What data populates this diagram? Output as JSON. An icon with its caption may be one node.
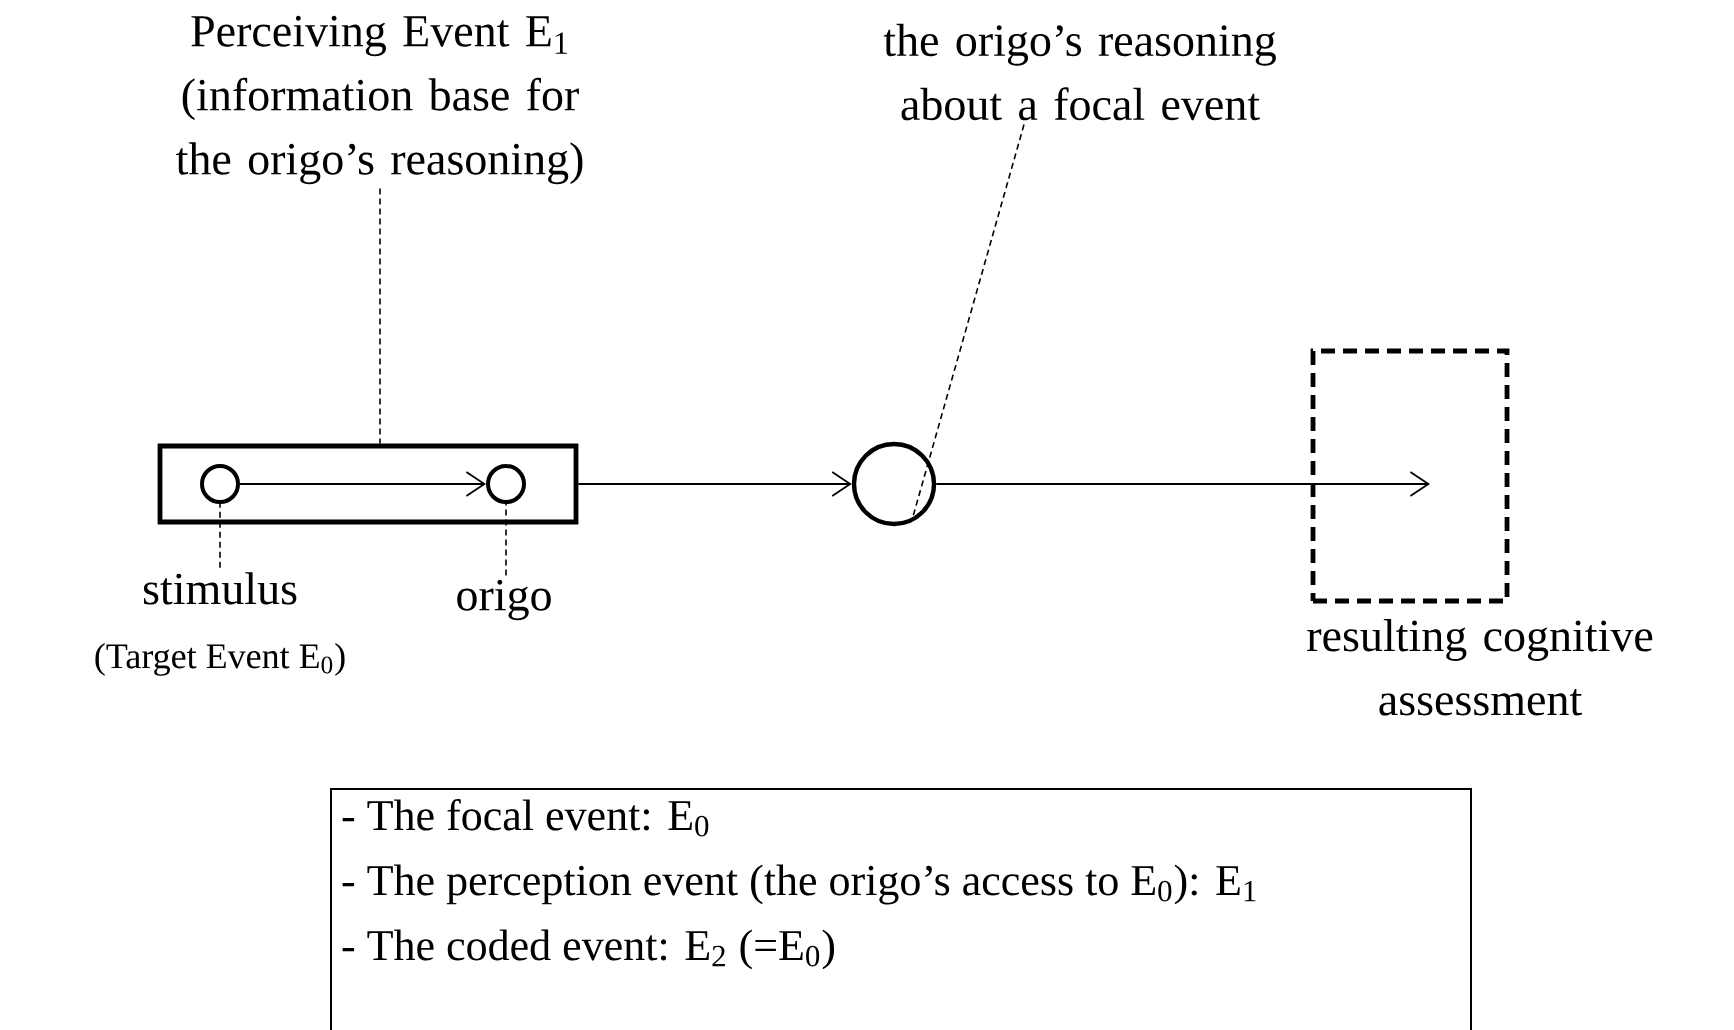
{
  "diagram": {
    "nodes": [
      {
        "text": [
          "Perceiving Event E$_{1}$ (information base for the origo’s reasoning)"
        ]
      },
      {
        "text": [],
        "shape": "box"
      },
      {
        "text": [],
        "shape": "circle",
        "in": 1
      },
      {
        "text": [],
        "shape": "circle",
        "in": 1
      },
      {
        "text": [
          "stimulus",
          "(Target Event E$_{0}$)"
        ]
      },
      {
        "text": [
          "origo"
        ]
      },
      {
        "text": [
          "the origo’s reasoning about a focal event"
        ]
      },
      {
        "text": [],
        "shape": "circle"
      },
      {
        "text": [],
        "shape": "box",
        "beside": [
          "resulting cognitive assessment"
        ]
      },
      {
        "text": [
          "- The focal event: E$_{0}$",
          "- The perception event  (the origo’s access to E$_{0}$): E$_{1}$",
          "- The coded event: E$_{2}$ (=E$_{0}$)"
        ]
      }
    ],
    "edges": [
      {
        "from": 2,
        "to": 3,
        "arrow": "to"
      },
      {
        "from": 1,
        "to": 7,
        "arrow": "to"
      },
      {
        "from": 7,
        "to": 8,
        "arrow": "to"
      },
      {
        "from": 0,
        "to": 1,
        "arrow": "none",
        "style": "dashed"
      },
      {
        "from": 4,
        "to": 2,
        "arrow": "none",
        "style": "dashed"
      },
      {
        "from": 5,
        "to": 3,
        "arrow": "none",
        "style": "dashed"
      },
      {
        "from": 6,
        "to": 7,
        "arrow": "none",
        "style": "dashed"
      }
    ]
  }
}
